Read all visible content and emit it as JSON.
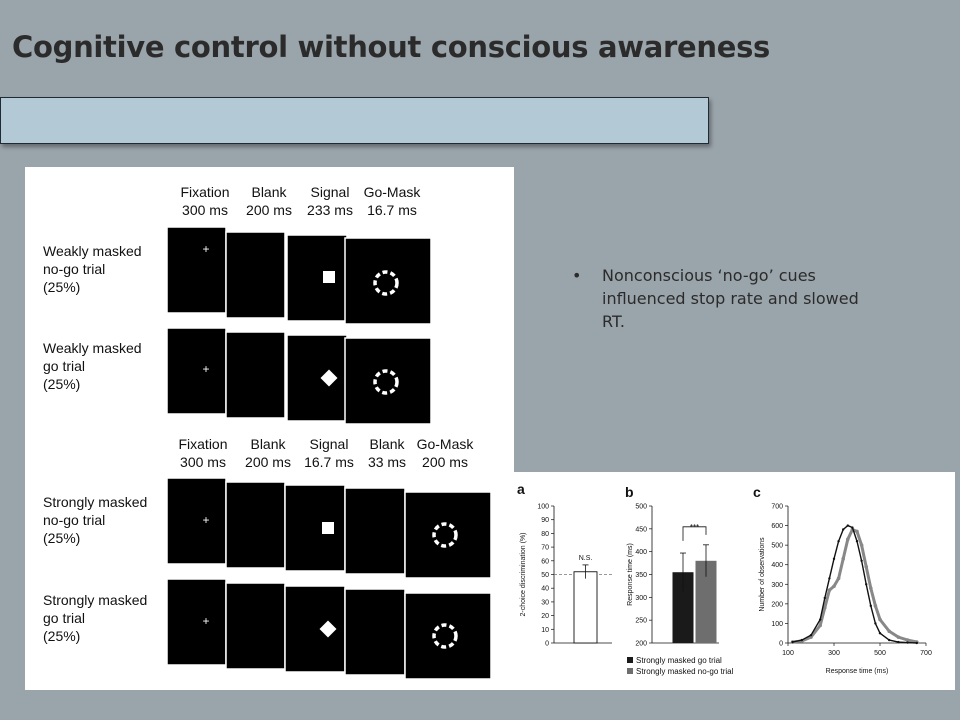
{
  "slide": {
    "title": "Cognitive control without conscious awareness",
    "bullets": [
      "Nonconscious ‘no-go’ cues influenced stop rate and slowed RT."
    ],
    "bullet_symbol": "•"
  },
  "left_figure": {
    "weak_header": [
      "Fixation",
      "300 ms",
      "Blank",
      "200 ms",
      "Signal",
      "233 ms",
      "Go-Mask",
      "16.7 ms"
    ],
    "strong_header": [
      "Fixation",
      "300 ms",
      "Blank",
      "200 ms",
      "Signal",
      "16.7 ms",
      "Blank",
      "33 ms",
      "Go-Mask",
      "200 ms"
    ],
    "trial_labels": [
      [
        "Weakly masked",
        "no-go trial",
        "(25%)"
      ],
      [
        "Weakly masked",
        "go trial",
        "(25%)"
      ],
      [
        "Strongly masked",
        "no-go trial",
        "(25%)"
      ],
      [
        "Strongly masked",
        "go trial",
        "(25%)"
      ]
    ],
    "fixation_symbol": "+"
  },
  "right_figure": {
    "panel_letters": [
      "a",
      "b",
      "c"
    ],
    "legend": [
      "Strongly masked go trial",
      "Strongly masked no-go trial"
    ],
    "colors": {
      "go": "#1a1a1a",
      "nogo": "#6e6e6e",
      "nogo_line": "#888888"
    }
  },
  "chart_data": [
    {
      "type": "bar",
      "panel": "a",
      "ylabel": "2-choice discrimination (%)",
      "ylim": [
        0,
        100
      ],
      "yticks": [
        0,
        10,
        20,
        30,
        40,
        50,
        60,
        70,
        80,
        90,
        100
      ],
      "values": [
        52
      ],
      "error": [
        5
      ],
      "annotation": "N.S.",
      "reference_line": 50
    },
    {
      "type": "bar",
      "panel": "b",
      "ylabel": "Response time (ms)",
      "ylim": [
        200,
        500
      ],
      "yticks": [
        200,
        250,
        300,
        350,
        400,
        450,
        500
      ],
      "series": [
        {
          "name": "Strongly masked go trial",
          "values": [
            355
          ],
          "error": [
            42
          ]
        },
        {
          "name": "Strongly masked no-go trial",
          "values": [
            380
          ],
          "error": [
            35
          ]
        }
      ],
      "annotation": "***"
    },
    {
      "type": "line",
      "panel": "c",
      "xlabel": "Response time (ms)",
      "ylabel": "Number of observations",
      "xlim": [
        100,
        700
      ],
      "ylim": [
        0,
        700
      ],
      "xticks": [
        100,
        300,
        500,
        700
      ],
      "yticks": [
        0,
        100,
        200,
        300,
        400,
        500,
        600,
        700
      ],
      "series": [
        {
          "name": "Strongly masked go trial",
          "x": [
            120,
            160,
            200,
            240,
            260,
            280,
            300,
            320,
            340,
            360,
            380,
            400,
            420,
            440,
            460,
            480,
            500,
            540,
            580,
            620,
            660
          ],
          "values": [
            5,
            15,
            40,
            120,
            230,
            330,
            430,
            520,
            580,
            600,
            590,
            520,
            420,
            300,
            190,
            100,
            50,
            15,
            5,
            2,
            0
          ]
        },
        {
          "name": "Strongly masked no-go trial",
          "x": [
            120,
            160,
            200,
            240,
            260,
            280,
            300,
            320,
            340,
            360,
            380,
            400,
            420,
            440,
            460,
            480,
            500,
            540,
            580,
            620,
            660
          ],
          "values": [
            5,
            10,
            30,
            90,
            180,
            270,
            290,
            330,
            430,
            530,
            580,
            570,
            500,
            390,
            280,
            190,
            120,
            60,
            30,
            15,
            5
          ]
        }
      ]
    }
  ]
}
